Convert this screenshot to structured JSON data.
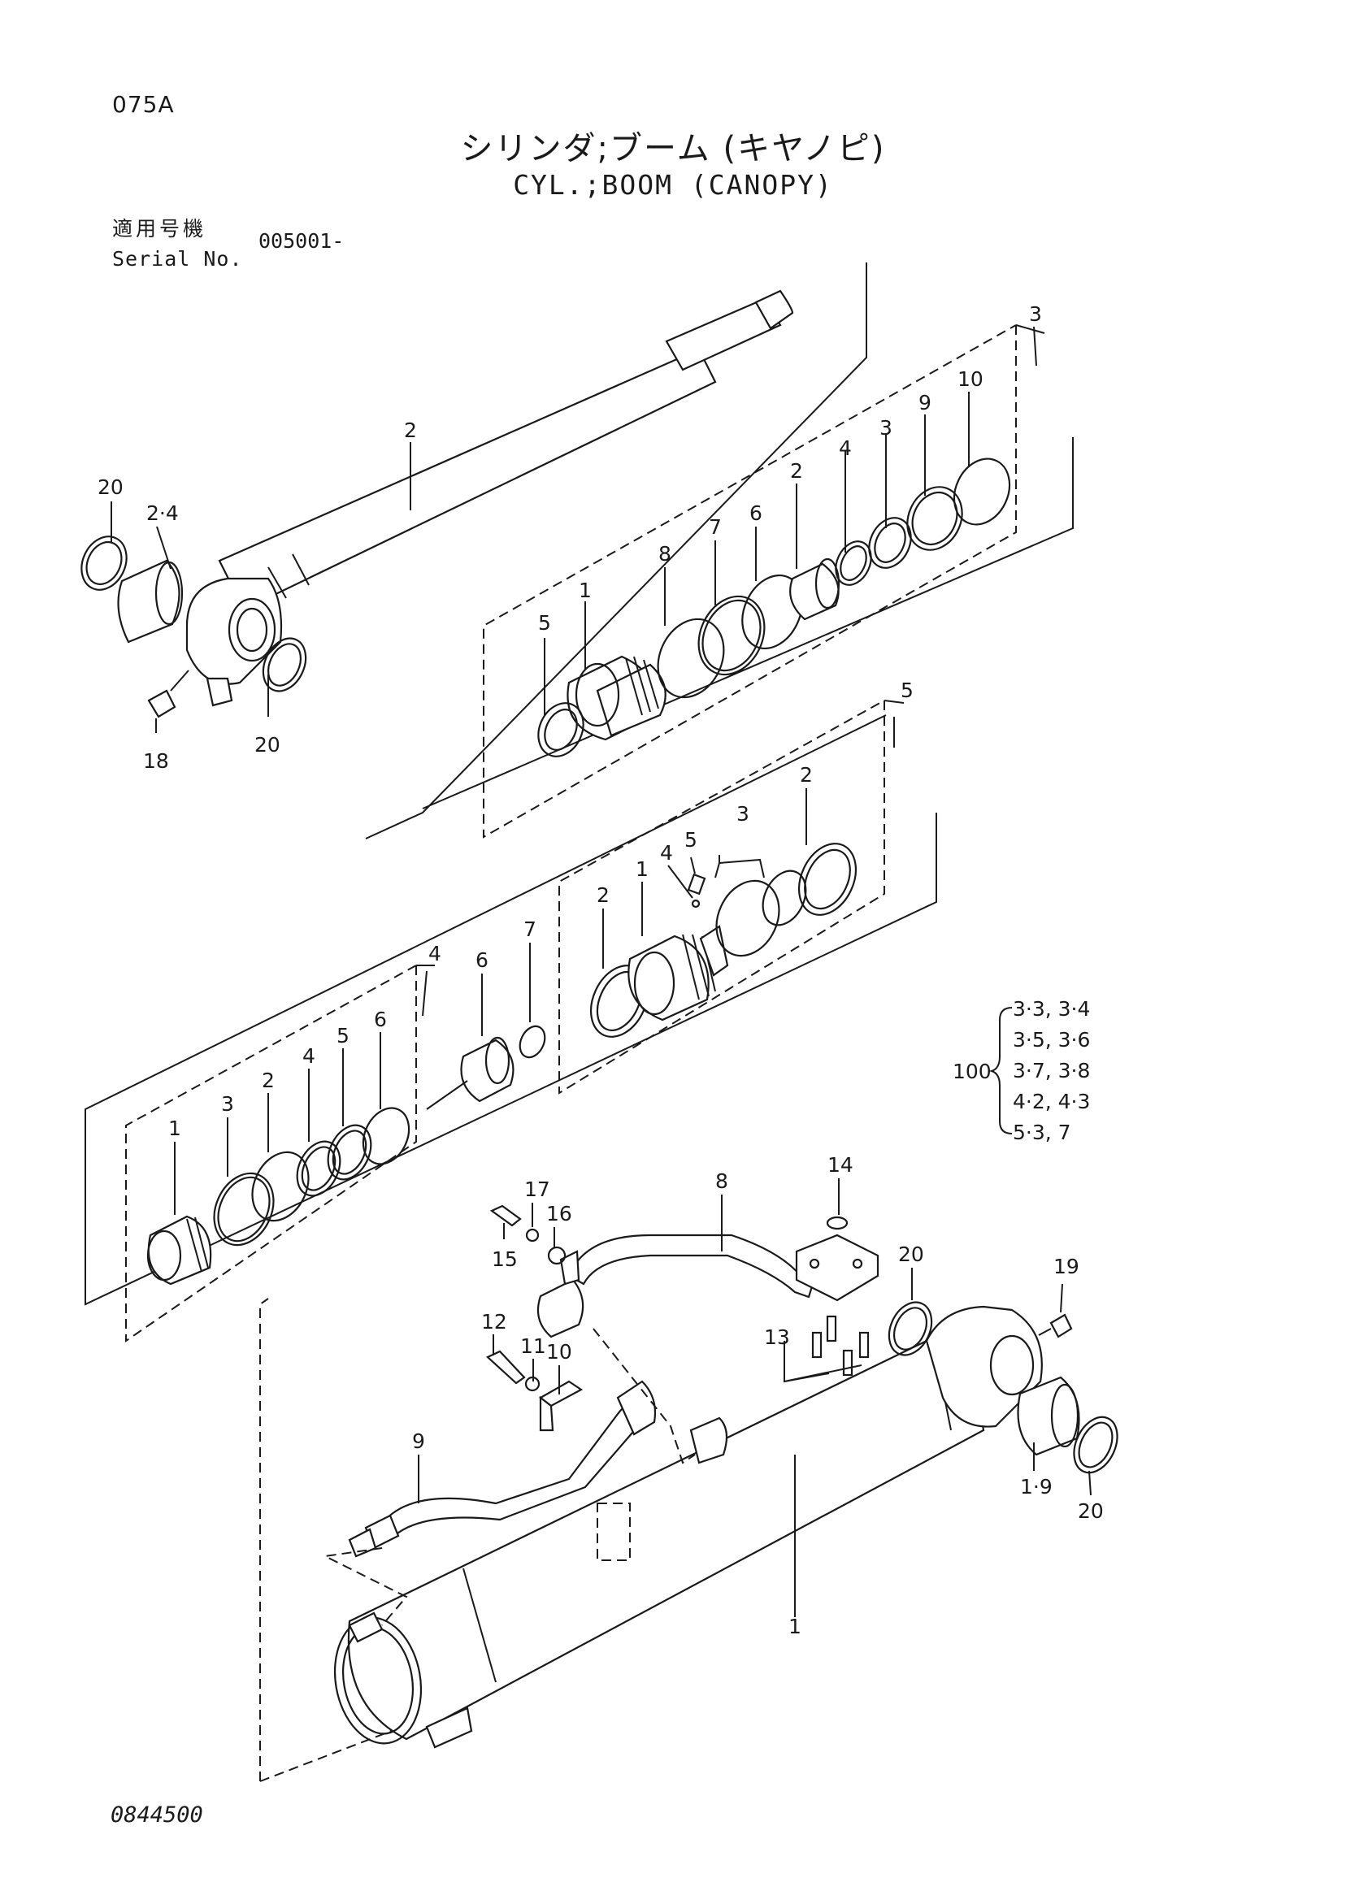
{
  "page_code": "075A",
  "title_jp": "シリンダ;ブーム (キヤノピ)",
  "title_en": "CYL.;BOOM (CANOPY)",
  "serial": {
    "label_jp": "適用号機",
    "label_en": "Serial No.",
    "value": "005001-"
  },
  "drawing_number": "0844500",
  "callouts": {
    "rod": "2",
    "rod_group_3": "3",
    "rod_20a": "20",
    "rod_24": "2·4",
    "rod_18": "18",
    "rod_20b": "20",
    "g3_5": "5",
    "g3_1": "1",
    "g3_8": "8",
    "g3_7": "7",
    "g3_6": "6",
    "g3_2": "2",
    "g3_4": "4",
    "g3_3": "3",
    "g3_9": "9",
    "g3_10": "10",
    "group_5": "5",
    "g5_2a": "2",
    "g5_1": "1",
    "g5_4": "4",
    "g5_5": "5",
    "g5_3": "3",
    "g5_2b": "2",
    "group_4": "4",
    "g4_1": "1",
    "g4_3": "3",
    "g4_2": "2",
    "g4_4": "4",
    "g4_5": "5",
    "g4_6": "6",
    "loose_6": "6",
    "loose_7": "7",
    "tube_1": "1",
    "tube_19": "1·9",
    "tube_20a": "20",
    "tube_20b": "20",
    "tube_19b": "19",
    "p8": "8",
    "p9": "9",
    "p10": "10",
    "p11": "11",
    "p12": "12",
    "p13": "13",
    "p14": "14",
    "p15": "15",
    "p16": "16",
    "p17": "17"
  },
  "kit_100": {
    "label": "100",
    "lines": [
      "3·3, 3·4",
      "3·5, 3·6",
      "3·7, 3·8",
      "4·2, 4·3",
      "5·3, 7"
    ]
  }
}
